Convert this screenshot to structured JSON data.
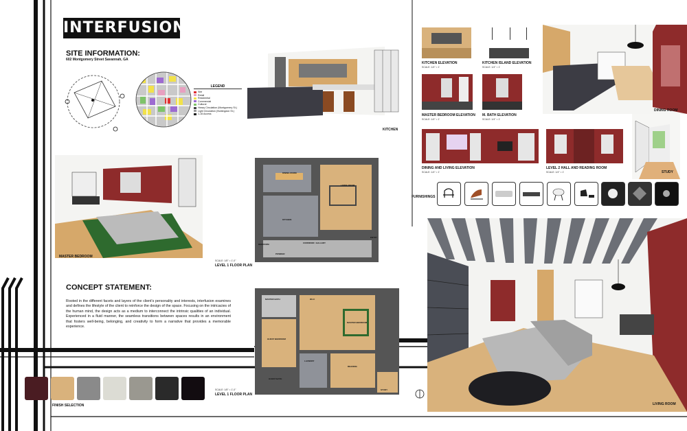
{
  "title": "INTERFUSION",
  "site": {
    "heading": "SITE INFORMATION:",
    "address": "602 Montgomery Street Savannah, GA",
    "legend_title": "LEGEND",
    "legend": [
      {
        "label": "Site",
        "color": "#e03030"
      },
      {
        "label": "Retail",
        "color": "#e8a0c0"
      },
      {
        "label": "Residential",
        "color": "#f2e24a"
      },
      {
        "label": "Commercial",
        "color": "#9d6bd1"
      },
      {
        "label": "Cultural",
        "color": "#7fc36a"
      },
      {
        "label": "Heavy Circulation (Montgomery St.)",
        "color": "#444444"
      },
      {
        "label": "Light Circulation (Huntingdon St.)",
        "color": "#999999"
      },
      {
        "label": "1-16 Access",
        "color": "#222222"
      }
    ]
  },
  "concept": {
    "heading": "CONCEPT STATEMENT:",
    "body": "Rooted in the different facets and layers of the client's personality and interests, interfusion examines and defines the lifestyle of the client to reinforce the design of the space. Focusing on the intricacies of the human mind, the design acts as a medium to interconnect the intrinsic qualities of an individual. Experienced in a fluid manner, the seamless transitions between spaces results in an environment that fosters well-being, belonging, and creativity to form a narrative that provides a memorable experience."
  },
  "views": {
    "kitchen": "KITCHEN",
    "master_bedroom": "MASTER BEDROOM",
    "dining_room": "DINING ROOM",
    "study": "STUDY",
    "living_room": "LIVING ROOM"
  },
  "elevations": [
    {
      "label": "KITCHEN ELEVATION",
      "scale": "SCALE: 1/4\" = 1'"
    },
    {
      "label": "KITCHEN ISLAND ELEVATION",
      "scale": "SCALE: 1/4\" = 1'"
    },
    {
      "label": "MASTER BEDROOM ELEVATION",
      "scale": "SCALE: 1/4\" = 1'"
    },
    {
      "label": "M. BATH ELEVATION",
      "scale": "SCALE: 1/4\" = 1'"
    },
    {
      "label": "DINING AND LIVING ELEVATION",
      "scale": "SCALE: 1/4\" = 1'"
    },
    {
      "label": "LEVEL 2 HALL AND READING ROOM",
      "scale": "SCALE: 1/4\" = 1'"
    }
  ],
  "plans": {
    "level1": {
      "label": "LEVEL 1 FLOOR PLAN",
      "scale": "SCALE: 1/8\" = 1'-0\"",
      "rooms": [
        "DINING ROOM",
        "LIVING ROOM",
        "KITCHEN",
        "BEDROOM",
        "POWDER",
        "CORRIDOR / GALLERY",
        "ENTRY"
      ]
    },
    "level2": {
      "label": "LEVEL 1 FLOOR PLAN",
      "scale": "SCALE: 1/8\" = 1'-0\"",
      "rooms": [
        "MASTER BATH",
        "W.I.C",
        "MASTER BEDROOM",
        "GUEST BEDROOM",
        "LAUNDRY",
        "READING",
        "GUEST BATH",
        "STUDY"
      ]
    }
  },
  "furnishings_label": "FURNISHINGS",
  "finish_label": "FINISH SELECTION",
  "finishes": [
    {
      "name": "burgundy-fabric",
      "color": "#4a1c22"
    },
    {
      "name": "light-wood",
      "color": "#d9b27c"
    },
    {
      "name": "steel",
      "color": "#8a8a8a"
    },
    {
      "name": "white-marble",
      "color": "#dcdcd4"
    },
    {
      "name": "grey-stone",
      "color": "#9a9890"
    },
    {
      "name": "black-marble",
      "color": "#2a2a2a"
    },
    {
      "name": "black-lacquer",
      "color": "#120c10"
    }
  ],
  "colors": {
    "brick": "#8e2b2b",
    "wood": "#d6a86a",
    "charcoal": "#3c3c40",
    "line": "#111111"
  }
}
